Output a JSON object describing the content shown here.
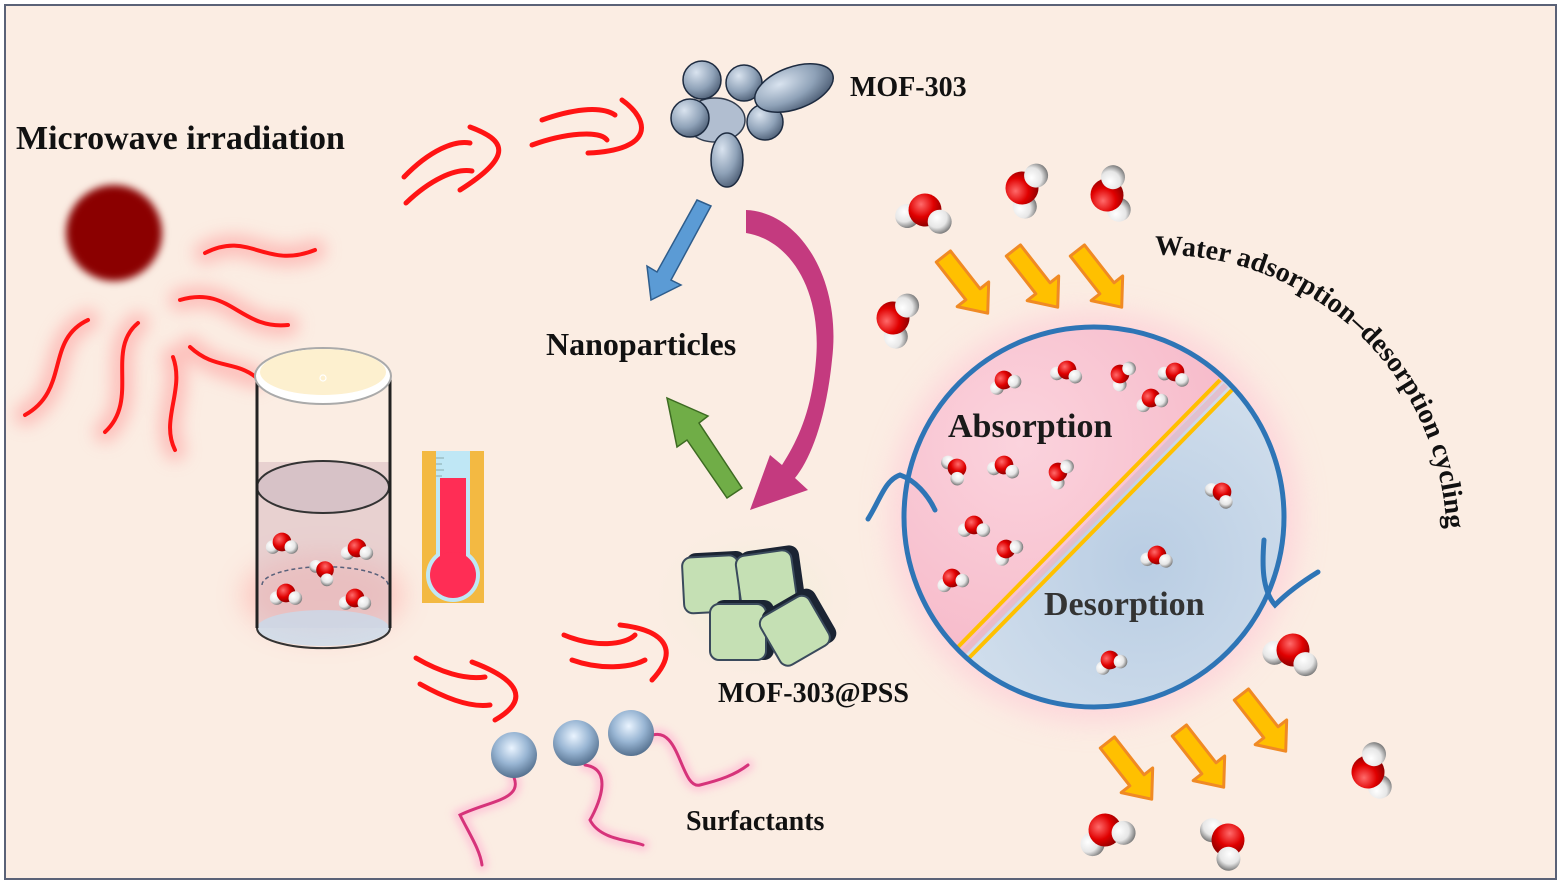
{
  "figure": {
    "labels": {
      "microwave": "Microwave irradiation",
      "mof303": "MOF-303",
      "nanoparticles": "Nanoparticles",
      "mof303_pss": "MOF-303@PSS",
      "surfactants": "Surfactants",
      "absorption": "Absorption",
      "desorption": "Desorption",
      "cycling": "Water adsorption–desorption cycling"
    },
    "colors": {
      "background": "#fbede3",
      "frame": "#5a6277",
      "microwave_wave": "#ff1a1a",
      "sun": "#8b0000",
      "arrow_blue": "#5b9bd5",
      "arrow_green": "#70ad47",
      "arrow_magenta": "#d63384",
      "arrow_orange": "#ffc000",
      "circle_blue": "#2e75b6",
      "absorption_fill": "#f8c8d4",
      "desorption_fill": "#c9d9ea",
      "membrane": "#ffc000",
      "oxygen": "#e00000",
      "hydrogen": "#f2f2f2",
      "cube_face": "#c5e0b4",
      "surfactant_tail": "#d6337a",
      "thermometer": "#ff2d55"
    },
    "icons": [
      "sun-icon",
      "microwave-wave-icon",
      "beaker-icon",
      "thermometer-icon",
      "mof-cluster-icon",
      "mof-cube-icon",
      "surfactant-icon",
      "water-molecule-icon",
      "cycle-arrow-icon"
    ]
  }
}
